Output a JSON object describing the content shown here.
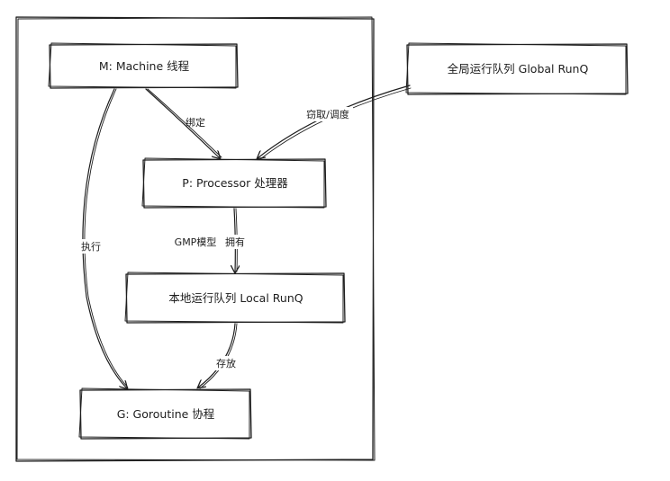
{
  "nodes": {
    "machine": "M: Machine 线程",
    "global_runq": "全局运行队列 Global RunQ",
    "processor": "P: Processor 处理器",
    "local_runq": "本地运行队列 Local RunQ",
    "goroutine": "G: Goroutine 协程"
  },
  "edges": {
    "bind": "绑定",
    "steal_schedule": "窃取/调度",
    "execute": "执行",
    "gmp_model": "GMP模型",
    "own": "拥有",
    "store": "存放"
  }
}
